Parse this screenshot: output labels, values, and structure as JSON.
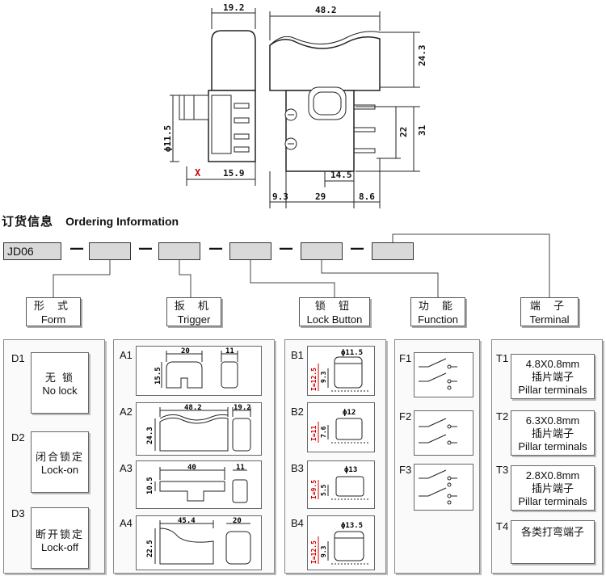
{
  "drawing": {
    "dims": {
      "top_left_width": "19.2",
      "top_right_width": "48.2",
      "height_right": "24.3",
      "height_31": "31",
      "height_22": "22",
      "diam_left": "ϕ11.5",
      "width_15_9": "15.9",
      "width_14_5": "14.5",
      "bottom_9_3": "9.3",
      "bottom_29": "29",
      "bottom_8_6": "8.6",
      "marker_x": "X"
    }
  },
  "heading": {
    "cn": "订货信息",
    "en": "Ordering Information"
  },
  "code": {
    "model": "JD06",
    "dash": "—"
  },
  "categories": [
    {
      "cn": "形 式",
      "en": "Form"
    },
    {
      "cn": "扳 机",
      "en": "Trigger"
    },
    {
      "cn": "锁 钮",
      "en": "Lock Button"
    },
    {
      "cn": "功 能",
      "en": "Function"
    },
    {
      "cn": "端 子",
      "en": "Terminal"
    }
  ],
  "forms": [
    {
      "code": "D1",
      "cn": "无  锁",
      "en": "No lock"
    },
    {
      "code": "D2",
      "cn": "闭合锁定",
      "en": "Lock-on"
    },
    {
      "code": "D3",
      "cn": "断开锁定",
      "en": "Lock-off"
    }
  ],
  "triggers": [
    {
      "code": "A1",
      "w": "20",
      "w2": "11",
      "h": "15.5"
    },
    {
      "code": "A2",
      "w": "48.2",
      "w2": "19.2",
      "h": "24.3"
    },
    {
      "code": "A3",
      "w": "40",
      "w2": "11",
      "h": "10.5"
    },
    {
      "code": "A4",
      "w": "45.4",
      "w2": "20",
      "h": "22.5"
    }
  ],
  "lock_buttons": [
    {
      "code": "B1",
      "d": "ϕ11.5",
      "h1": "I=12.5",
      "h2": "9.3"
    },
    {
      "code": "B2",
      "d": "ϕ12",
      "h1": "I=11",
      "h2": "7.6"
    },
    {
      "code": "B3",
      "d": "ϕ13",
      "h1": "I=9.5",
      "h2": "5.5"
    },
    {
      "code": "B4",
      "d": "ϕ13.5",
      "h1": "I=12.5",
      "h2": "9.3"
    }
  ],
  "functions": [
    {
      "code": "F1"
    },
    {
      "code": "F2"
    },
    {
      "code": "F3"
    }
  ],
  "terminals": [
    {
      "code": "T1",
      "l1": "4.8X0.8mm",
      "l2": "插片端子",
      "l3": "Pillar terminals"
    },
    {
      "code": "T2",
      "l1": "6.3X0.8mm",
      "l2": "插片端子",
      "l3": "Pillar terminals"
    },
    {
      "code": "T3",
      "l1": "2.8X0.8mm",
      "l2": "插片端子",
      "l3": "Pillar terminals"
    },
    {
      "code": "T4",
      "l1": "各类打弯端子",
      "l2": "",
      "l3": ""
    }
  ]
}
